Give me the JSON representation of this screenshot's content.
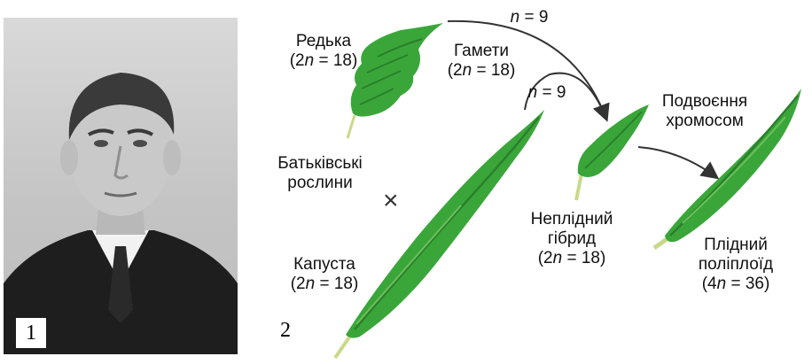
{
  "figure1": {
    "number": "1"
  },
  "figure2": {
    "number": "2",
    "cross_symbol": "×",
    "radish": {
      "name": "Редька",
      "ploidy": "(2n = 18)"
    },
    "gametes": {
      "label": "Гамети",
      "ploidy": "(2n = 18)",
      "n_top": "n = 9",
      "n_bottom": "n = 9"
    },
    "parents": {
      "line1": "Батьківські",
      "line2": "рослини"
    },
    "cabbage": {
      "name": "Капуста",
      "ploidy": "(2n = 18)"
    },
    "sterile_hybrid": {
      "line1": "Неплідний",
      "line2": "гібрид",
      "ploidy": "(2n = 18)"
    },
    "doubling": {
      "line1": "Подвоєння",
      "line2": "хромосом"
    },
    "fertile_polyploid": {
      "line1": "Плідний",
      "line2": "поліплоїд",
      "ploidy": "(4n = 36)"
    }
  },
  "colors": {
    "leaf_green": "#3aa63a",
    "leaf_dark": "#2b7f2c",
    "leaf_light": "#6cc05a",
    "stem": "#c9d98a",
    "arrow": "#333333"
  }
}
